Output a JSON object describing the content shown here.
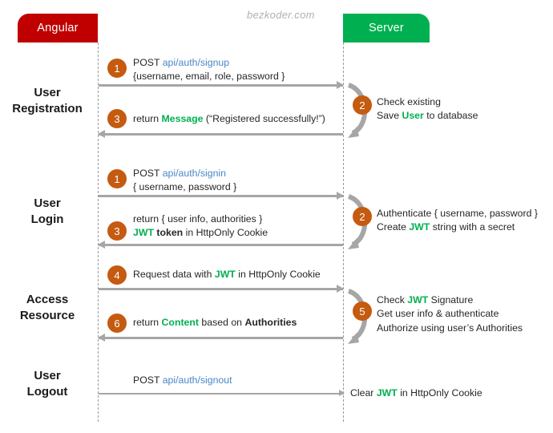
{
  "watermark": "bezkoder.com",
  "actors": {
    "client": {
      "label": "Angular",
      "color": "#C00000"
    },
    "server": {
      "label": "Server",
      "color": "#00B050"
    }
  },
  "palette": {
    "badge": "#C55A11",
    "arrow": "#A6A6A6",
    "link": "#4A86C8",
    "keyword": "#00B050",
    "lifeline": "#9A9A9A",
    "text": "#262626"
  },
  "phases": [
    {
      "line1": "User",
      "line2": "Registration"
    },
    {
      "line1": "User",
      "line2": "Login"
    },
    {
      "line1": "Access",
      "line2": "Resource"
    },
    {
      "line1": "User",
      "line2": "Logout"
    }
  ],
  "steps": {
    "signup_request": {
      "number": "1",
      "line1_pre": "POST ",
      "line1_link": "api/auth/signup",
      "line2": "{username, email, role, password }"
    },
    "signup_server": {
      "number": "2",
      "line1": "Check existing",
      "line2_pre": "Save ",
      "line2_kw": "User",
      "line2_post": " to database"
    },
    "signup_response": {
      "number": "3",
      "line1_pre": "return ",
      "line1_kw": "Message",
      "line1_post": " (“Registered successfully!”)"
    },
    "signin_request": {
      "number": "1",
      "line1_pre": "POST ",
      "line1_link": "api/auth/signin",
      "line2": "{ username, password }"
    },
    "signin_server": {
      "number": "2",
      "line1": "Authenticate { username, password }",
      "line2_pre": "Create ",
      "line2_kw": "JWT",
      "line2_post": " string with a secret"
    },
    "signin_response": {
      "number": "3",
      "line1": "return { user info, authorities }",
      "line2_kw": "JWT",
      "line2_b": " token",
      "line2_post": " in HttpOnly Cookie"
    },
    "resource_request": {
      "number": "4",
      "line1_pre": "Request data with ",
      "line1_kw": "JWT",
      "line1_post": " in HttpOnly Cookie"
    },
    "resource_server": {
      "number": "5",
      "line1_pre": "Check ",
      "line1_kw": "JWT",
      "line1_post": " Signature",
      "line2": "Get user info & authenticate",
      "line3": "Authorize using user’s Authorities"
    },
    "resource_response": {
      "number": "6",
      "line1_pre": "return ",
      "line1_kw": "Content",
      "line1_mid": " based on ",
      "line1_b": "Authorities"
    },
    "signout_request": {
      "line1_pre": "POST ",
      "line1_link": "api/auth/signout"
    },
    "signout_server": {
      "line1_pre": "Clear ",
      "line1_kw": "JWT",
      "line1_post": " in HttpOnly Cookie"
    }
  }
}
